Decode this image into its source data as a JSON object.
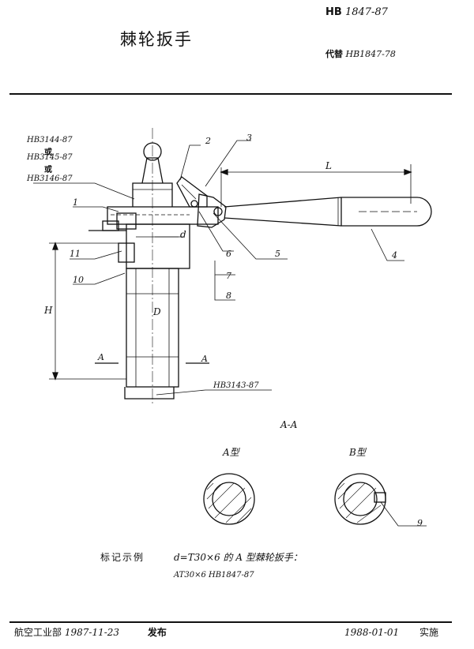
{
  "header": {
    "std_no_prefix": "HB",
    "std_no_rest": "1847-87",
    "title": "棘轮扳手",
    "replace_label": "代替",
    "replace_no": "HB1847-78"
  },
  "callouts": {
    "std_a": "HB3144-87",
    "or_1": "或",
    "std_b": "HB3145-87",
    "or_2": "或",
    "std_c": "HB3146-87",
    "std_bottom": "HB3143-87",
    "n1": "1",
    "n2": "2",
    "n3": "3",
    "n4": "4",
    "n5": "5",
    "n6": "6",
    "n7": "7",
    "n8": "8",
    "n9": "9",
    "n10": "10",
    "n11": "11",
    "dim_L": "L",
    "dim_H": "H",
    "dim_d": "d",
    "dim_D": "D",
    "sec_left": "A",
    "sec_right": "A"
  },
  "section": {
    "title": "A-A",
    "type_a": "A型",
    "type_b": "B型"
  },
  "marking": {
    "label": "标记示例",
    "text": "d=T30×6 的 A 型棘轮扳手：",
    "example": "AT30×6  HB1847-87"
  },
  "footer": {
    "issuer": "航空工业部",
    "issue_date": "1987-11-23",
    "issue_word": "发布",
    "effective_date": "1988-01-01",
    "effective_word": "实施"
  }
}
